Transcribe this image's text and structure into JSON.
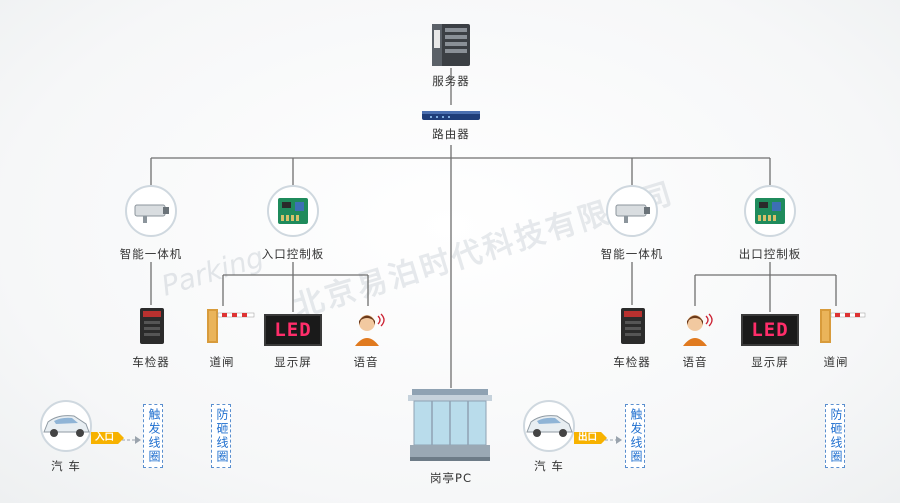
{
  "labels": {
    "server": "服务器",
    "router": "路由器",
    "camera_left": "智能一体机",
    "camera_right": "智能一体机",
    "board_entry": "入口控制板",
    "board_exit": "出口控制板",
    "detector_left": "车检器",
    "detector_right": "车检器",
    "gate_left": "道闸",
    "gate_right": "道闸",
    "display_left": "显示屏",
    "display_right": "显示屏",
    "voice_left": "语音",
    "voice_right": "语音",
    "car_left": "汽 车",
    "car_right": "汽 车",
    "booth": "岗亭PC",
    "trigger_left": "触发线圈",
    "trigger_right": "触发线圈",
    "anti_left": "防砸线圈",
    "anti_right": "防砸线圈",
    "entry_tag": "入口",
    "exit_tag": "出口",
    "led": "LED"
  },
  "watermark": {
    "company": "北京易泊时代科技有限公司",
    "brand": "Parking"
  },
  "colors": {
    "line": "#6f6f6f",
    "dash": "#5a8fcf",
    "led": "#ff2d6a",
    "tag": "#f7b200"
  }
}
